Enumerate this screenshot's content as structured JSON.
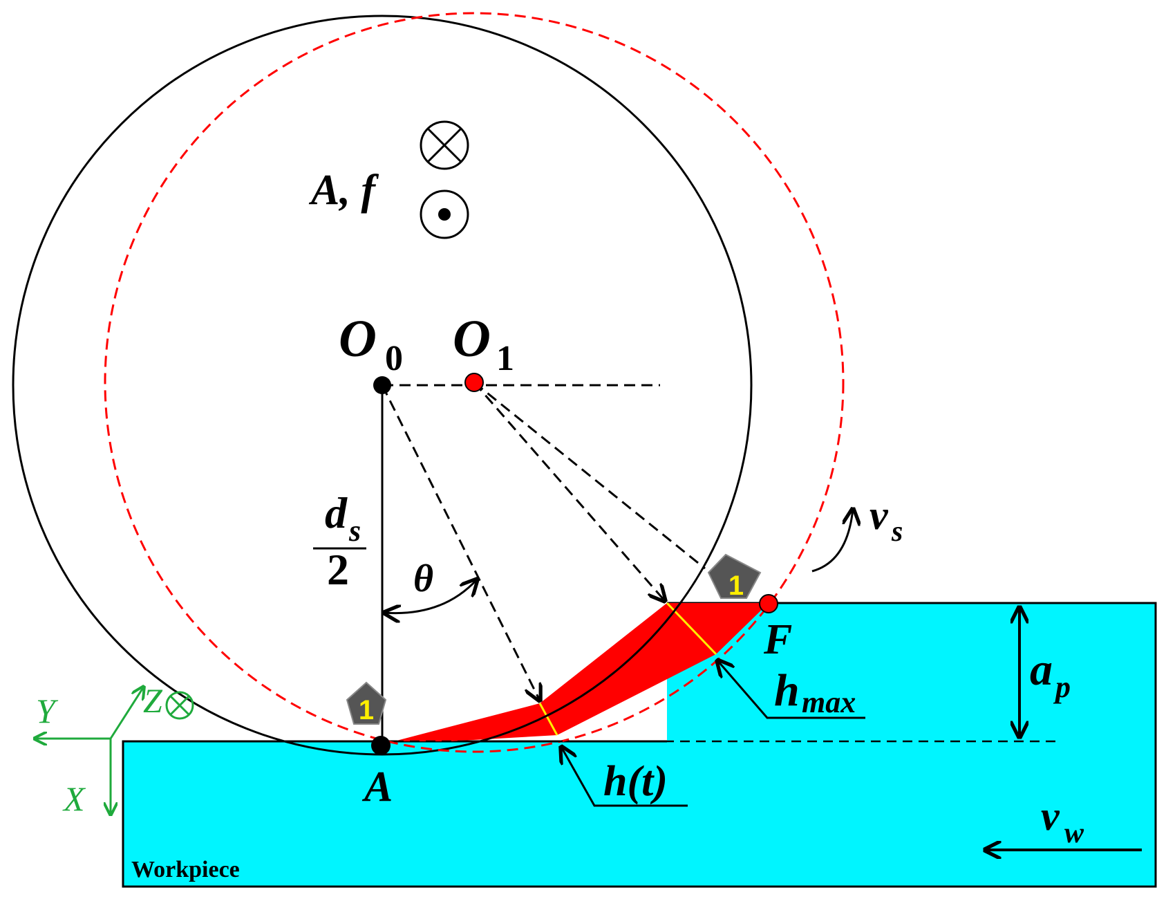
{
  "labels": {
    "o0_main": "O",
    "o0_sub": "0",
    "o1_main": "O",
    "o1_sub": "1",
    "ds_main": "d",
    "ds_sub": "s",
    "ds_den": "2",
    "theta": "θ",
    "point_a": "A",
    "point_f": "F",
    "vs_main": "v",
    "vs_sub": "s",
    "vw_main": "v",
    "vw_sub": "w",
    "ap_main": "a",
    "ap_sub": "p",
    "hmax_main": "h",
    "hmax_sub": "max",
    "ht": "h(t)",
    "af": "A, f",
    "workpiece": "Workpiece",
    "grain_number": "1",
    "axis_x": "X",
    "axis_y": "Y",
    "axis_z": "Z"
  },
  "icons": [
    "cross-into-page-icon",
    "dot-out-of-page-icon",
    "abrasive-grain-icon"
  ],
  "colors": {
    "workpiece_fill": "#00f5ff",
    "chip_fill": "#ff0000",
    "shifted_wheel": "#ff0000",
    "axes": "#1faa3c",
    "chip_thickness": "#ffee00",
    "grain_fill": "#555555"
  }
}
